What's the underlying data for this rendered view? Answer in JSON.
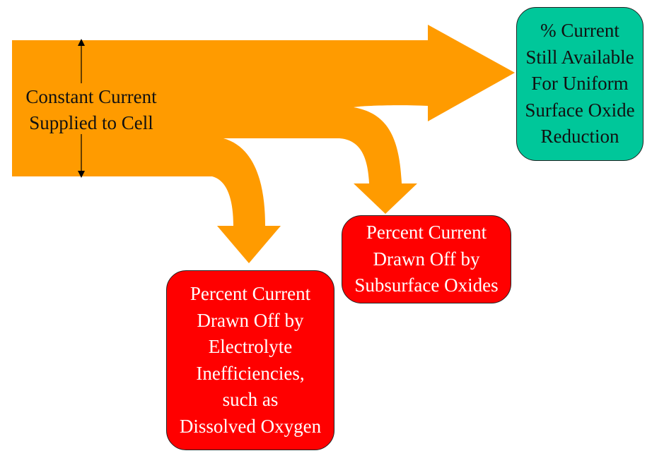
{
  "diagram": {
    "colors": {
      "flow_arrow": "#ff9b00",
      "sink_box": "#ff0000",
      "output_box": "#00c79a",
      "marker": "#000000"
    },
    "source_label": [
      "Constant Current",
      "Supplied to Cell"
    ],
    "outputs": {
      "remaining": [
        "% Current",
        "Still Available",
        "For Uniform",
        "Surface Oxide",
        "Reduction"
      ]
    },
    "losses": [
      {
        "id": "electrolyte",
        "lines": [
          "Percent Current",
          "Drawn Off by",
          "Electrolyte",
          "Inefficiencies,",
          "such as",
          "Dissolved Oxygen"
        ]
      },
      {
        "id": "subsurface",
        "lines": [
          "Percent Current",
          "Drawn Off by",
          "Subsurface Oxides"
        ]
      }
    ]
  }
}
